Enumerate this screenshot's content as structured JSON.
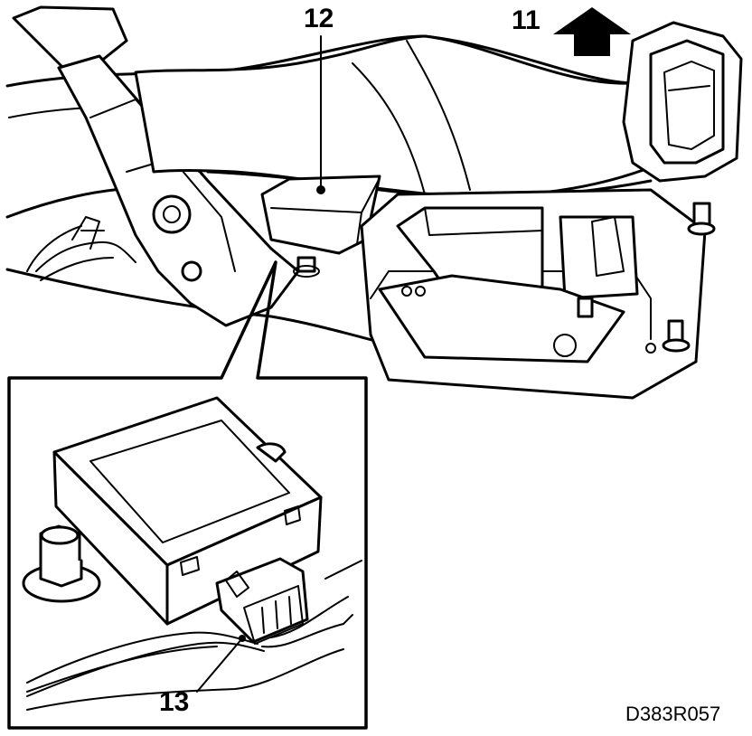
{
  "figure": {
    "callouts": {
      "label_11": "11",
      "label_12": "12",
      "label_13": "13"
    },
    "reference_code": "D383R057"
  }
}
